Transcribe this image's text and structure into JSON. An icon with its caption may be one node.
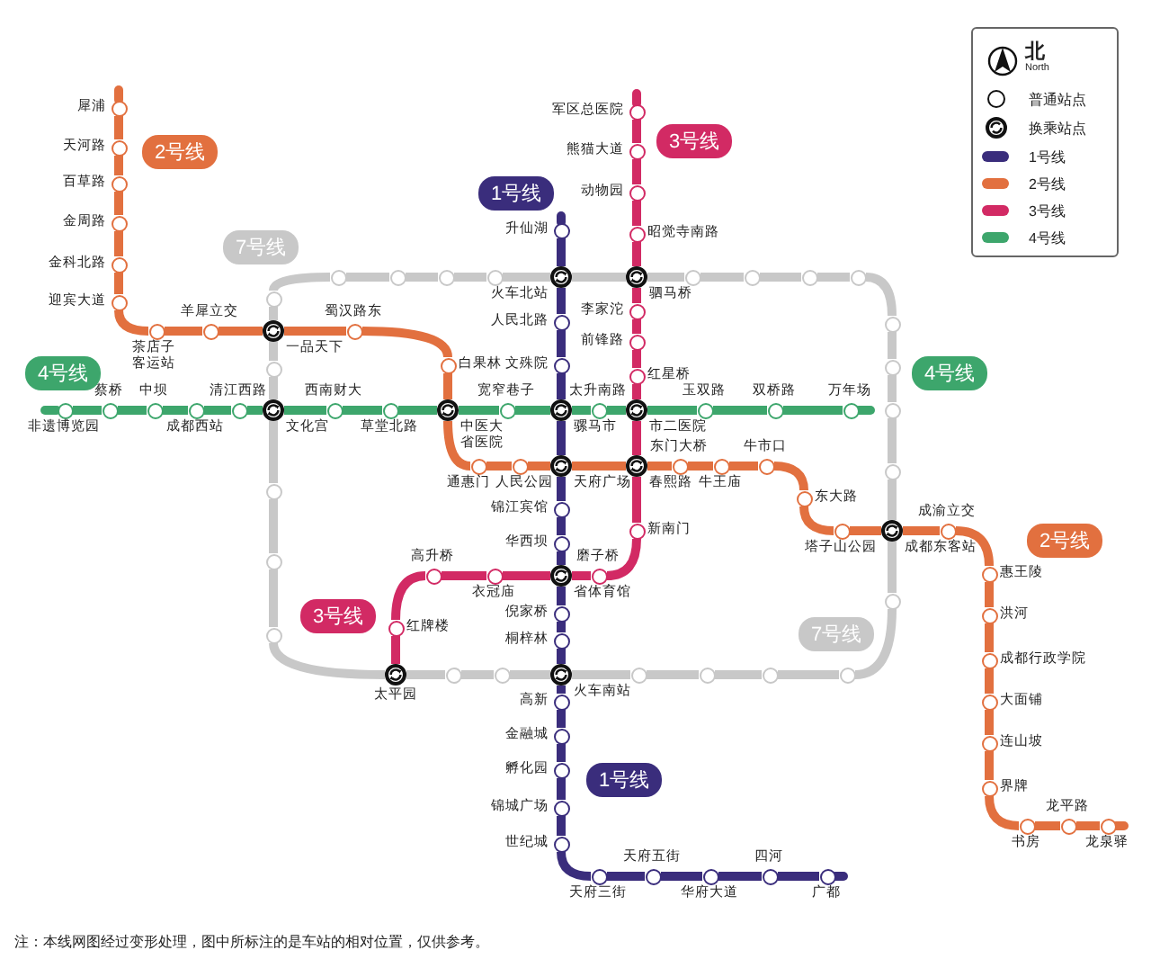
{
  "diagram": {
    "caption": "注：本线网图经过变形处理，图中所标注的是车站的相对位置，仅供参考。",
    "nodes": [
      {
        "text": [
          "犀浦"
        ]
      },
      {
        "text": [
          "天河路"
        ]
      },
      {
        "text": [
          "百草路"
        ]
      },
      {
        "text": [
          "金周路"
        ]
      },
      {
        "text": [
          "金科北路"
        ]
      },
      {
        "text": [
          "迎宾大道"
        ]
      },
      {
        "text": [
          "茶店子客运站"
        ]
      },
      {
        "text": [
          "羊犀立交"
        ]
      },
      {
        "text": [
          "一品天下"
        ]
      },
      {
        "text": [
          "蜀汉路东"
        ]
      },
      {
        "text": [
          "白果林"
        ]
      },
      {
        "text": [
          "中医大省医院"
        ]
      },
      {
        "text": [
          "通惠门"
        ]
      },
      {
        "text": [
          "人民公园"
        ]
      },
      {
        "text": [
          "天府广场"
        ]
      },
      {
        "text": [
          "春熙路"
        ]
      },
      {
        "text": [
          "东门大桥"
        ]
      },
      {
        "text": [
          "牛王庙"
        ]
      },
      {
        "text": [
          "牛市口"
        ]
      },
      {
        "text": [
          "东大路"
        ]
      },
      {
        "text": [
          "塔子山公园"
        ]
      },
      {
        "text": [
          "成都东客站"
        ]
      },
      {
        "text": [
          "成渝立交"
        ]
      },
      {
        "text": [
          "惠王陵"
        ]
      },
      {
        "text": [
          "洪河"
        ]
      },
      {
        "text": [
          "成都行政学院"
        ]
      },
      {
        "text": [
          "大面铺"
        ]
      },
      {
        "text": [
          "连山坡"
        ]
      },
      {
        "text": [
          "界牌"
        ]
      },
      {
        "text": [
          "书房"
        ]
      },
      {
        "text": [
          "龙平路"
        ]
      },
      {
        "text": [
          "龙泉驿"
        ]
      },
      {
        "text": [
          "升仙湖"
        ]
      },
      {
        "text": [
          "火车北站"
        ]
      },
      {
        "text": [
          "人民北路"
        ]
      },
      {
        "text": [
          "文殊院"
        ]
      },
      {
        "text": [
          "骡马市"
        ]
      },
      {
        "text": [
          "锦江宾馆"
        ]
      },
      {
        "text": [
          "华西坝"
        ]
      },
      {
        "text": [
          "省体育馆"
        ]
      },
      {
        "text": [
          "倪家桥"
        ]
      },
      {
        "text": [
          "桐梓林"
        ]
      },
      {
        "text": [
          "火车南站"
        ]
      },
      {
        "text": [
          "高新"
        ]
      },
      {
        "text": [
          "金融城"
        ]
      },
      {
        "text": [
          "孵化园"
        ]
      },
      {
        "text": [
          "锦城广场"
        ]
      },
      {
        "text": [
          "世纪城"
        ]
      },
      {
        "text": [
          "天府三街"
        ]
      },
      {
        "text": [
          "天府五街"
        ]
      },
      {
        "text": [
          "华府大道"
        ]
      },
      {
        "text": [
          "四河"
        ]
      },
      {
        "text": [
          "广都"
        ]
      },
      {
        "text": [
          "军区总医院"
        ]
      },
      {
        "text": [
          "熊猫大道"
        ]
      },
      {
        "text": [
          "动物园"
        ]
      },
      {
        "text": [
          "昭觉寺南路"
        ]
      },
      {
        "text": [
          "驷马桥"
        ]
      },
      {
        "text": [
          "李家沱"
        ]
      },
      {
        "text": [
          "前锋路"
        ]
      },
      {
        "text": [
          "红星桥"
        ]
      },
      {
        "text": [
          "市二医院"
        ]
      },
      {
        "text": [
          "新南门"
        ]
      },
      {
        "text": [
          "磨子桥"
        ]
      },
      {
        "text": [
          "衣冠庙"
        ]
      },
      {
        "text": [
          "高升桥"
        ]
      },
      {
        "text": [
          "红牌楼"
        ]
      },
      {
        "text": [
          "太平园"
        ]
      },
      {
        "text": [
          "非遗博览园"
        ]
      },
      {
        "text": [
          "蔡桥"
        ]
      },
      {
        "text": [
          "中坝"
        ]
      },
      {
        "text": [
          "成都西站"
        ]
      },
      {
        "text": [
          "清江西路"
        ]
      },
      {
        "text": [
          "文化宫"
        ]
      },
      {
        "text": [
          "西南财大"
        ]
      },
      {
        "text": [
          "草堂北路"
        ]
      },
      {
        "text": [
          "宽窄巷子"
        ]
      },
      {
        "text": [
          "太升南路"
        ]
      },
      {
        "text": [
          "玉双路"
        ]
      },
      {
        "text": [
          "双桥路"
        ]
      },
      {
        "text": [
          "万年场"
        ]
      },
      {
        "text": [],
        "shape": "circle"
      },
      {
        "text": [],
        "shape": "circle"
      },
      {
        "text": [],
        "shape": "circle"
      },
      {
        "text": [],
        "shape": "circle"
      },
      {
        "text": [],
        "shape": "circle"
      },
      {
        "text": [],
        "shape": "circle"
      },
      {
        "text": [],
        "shape": "circle"
      },
      {
        "text": [],
        "shape": "circle"
      },
      {
        "text": [],
        "shape": "circle"
      },
      {
        "text": [],
        "shape": "circle"
      },
      {
        "text": [],
        "shape": "circle"
      },
      {
        "text": [],
        "shape": "circle"
      },
      {
        "text": [],
        "shape": "circle"
      },
      {
        "text": [],
        "shape": "circle"
      },
      {
        "text": [],
        "shape": "circle"
      },
      {
        "text": [],
        "shape": "circle"
      },
      {
        "text": [],
        "shape": "circle"
      },
      {
        "text": [],
        "shape": "circle"
      },
      {
        "text": [],
        "shape": "circle"
      },
      {
        "text": [],
        "shape": "circle"
      },
      {
        "text": [],
        "shape": "circle"
      },
      {
        "text": [],
        "shape": "circle"
      },
      {
        "text": [],
        "shape": "circle"
      },
      {
        "text": [],
        "shape": "circle"
      }
    ],
    "edges": [
      {
        "from": 0,
        "to": 1,
        "arrow": "none",
        "color": "#e2703f"
      },
      {
        "from": 1,
        "to": 2,
        "arrow": "none",
        "color": "#e2703f"
      },
      {
        "from": 2,
        "to": 3,
        "arrow": "none",
        "color": "#e2703f"
      },
      {
        "from": 3,
        "to": 4,
        "arrow": "none",
        "color": "#e2703f"
      },
      {
        "from": 4,
        "to": 5,
        "arrow": "none",
        "color": "#e2703f"
      },
      {
        "from": 5,
        "to": 6,
        "arrow": "none",
        "color": "#e2703f"
      },
      {
        "from": 6,
        "to": 7,
        "arrow": "none",
        "color": "#e2703f"
      },
      {
        "from": 7,
        "to": 8,
        "arrow": "none",
        "color": "#e2703f"
      },
      {
        "from": 8,
        "to": 9,
        "arrow": "none",
        "color": "#e2703f"
      },
      {
        "from": 9,
        "to": 10,
        "arrow": "none",
        "color": "#e2703f"
      },
      {
        "from": 10,
        "to": 11,
        "arrow": "none",
        "color": "#e2703f"
      },
      {
        "from": 11,
        "to": 12,
        "arrow": "none",
        "color": "#e2703f"
      },
      {
        "from": 12,
        "to": 13,
        "arrow": "none",
        "color": "#e2703f"
      },
      {
        "from": 13,
        "to": 14,
        "arrow": "none",
        "color": "#e2703f"
      },
      {
        "from": 14,
        "to": 15,
        "arrow": "none",
        "color": "#e2703f"
      },
      {
        "from": 15,
        "to": 16,
        "arrow": "none",
        "color": "#e2703f"
      },
      {
        "from": 16,
        "to": 17,
        "arrow": "none",
        "color": "#e2703f"
      },
      {
        "from": 17,
        "to": 18,
        "arrow": "none",
        "color": "#e2703f"
      },
      {
        "from": 18,
        "to": 19,
        "arrow": "none",
        "color": "#e2703f"
      },
      {
        "from": 19,
        "to": 20,
        "arrow": "none",
        "color": "#e2703f"
      },
      {
        "from": 20,
        "to": 21,
        "arrow": "none",
        "color": "#e2703f"
      },
      {
        "from": 21,
        "to": 22,
        "arrow": "none",
        "color": "#e2703f"
      },
      {
        "from": 22,
        "to": 23,
        "arrow": "none",
        "color": "#e2703f"
      },
      {
        "from": 23,
        "to": 24,
        "arrow": "none",
        "color": "#e2703f"
      },
      {
        "from": 24,
        "to": 25,
        "arrow": "none",
        "color": "#e2703f"
      },
      {
        "from": 25,
        "to": 26,
        "arrow": "none",
        "color": "#e2703f"
      },
      {
        "from": 26,
        "to": 27,
        "arrow": "none",
        "color": "#e2703f"
      },
      {
        "from": 27,
        "to": 28,
        "arrow": "none",
        "color": "#e2703f"
      },
      {
        "from": 28,
        "to": 29,
        "arrow": "none",
        "color": "#e2703f"
      },
      {
        "from": 29,
        "to": 30,
        "arrow": "none",
        "color": "#e2703f"
      },
      {
        "from": 30,
        "to": 31,
        "arrow": "none",
        "color": "#e2703f"
      },
      {
        "from": 32,
        "to": 33,
        "arrow": "none",
        "color": "#3a2d7c"
      },
      {
        "from": 33,
        "to": 34,
        "arrow": "none",
        "color": "#3a2d7c"
      },
      {
        "from": 34,
        "to": 35,
        "arrow": "none",
        "color": "#3a2d7c"
      },
      {
        "from": 35,
        "to": 36,
        "arrow": "none",
        "color": "#3a2d7c"
      },
      {
        "from": 36,
        "to": 14,
        "arrow": "none",
        "color": "#3a2d7c"
      },
      {
        "from": 14,
        "to": 37,
        "arrow": "none",
        "color": "#3a2d7c"
      },
      {
        "from": 37,
        "to": 38,
        "arrow": "none",
        "color": "#3a2d7c"
      },
      {
        "from": 38,
        "to": 39,
        "arrow": "none",
        "color": "#3a2d7c"
      },
      {
        "from": 39,
        "to": 40,
        "arrow": "none",
        "color": "#3a2d7c"
      },
      {
        "from": 40,
        "to": 41,
        "arrow": "none",
        "color": "#3a2d7c"
      },
      {
        "from": 41,
        "to": 42,
        "arrow": "none",
        "color": "#3a2d7c"
      },
      {
        "from": 42,
        "to": 43,
        "arrow": "none",
        "color": "#3a2d7c"
      },
      {
        "from": 43,
        "to": 44,
        "arrow": "none",
        "color": "#3a2d7c"
      },
      {
        "from": 44,
        "to": 45,
        "arrow": "none",
        "color": "#3a2d7c"
      },
      {
        "from": 45,
        "to": 46,
        "arrow": "none",
        "color": "#3a2d7c"
      },
      {
        "from": 46,
        "to": 47,
        "arrow": "none",
        "color": "#3a2d7c"
      },
      {
        "from": 47,
        "to": 48,
        "arrow": "none",
        "color": "#3a2d7c"
      },
      {
        "from": 48,
        "to": 49,
        "arrow": "none",
        "color": "#3a2d7c"
      },
      {
        "from": 49,
        "to": 50,
        "arrow": "none",
        "color": "#3a2d7c"
      },
      {
        "from": 50,
        "to": 51,
        "arrow": "none",
        "color": "#3a2d7c"
      },
      {
        "from": 51,
        "to": 52,
        "arrow": "none",
        "color": "#3a2d7c"
      },
      {
        "from": 53,
        "to": 54,
        "arrow": "none",
        "color": "#d22a64"
      },
      {
        "from": 54,
        "to": 55,
        "arrow": "none",
        "color": "#d22a64"
      },
      {
        "from": 55,
        "to": 56,
        "arrow": "none",
        "color": "#d22a64"
      },
      {
        "from": 56,
        "to": 57,
        "arrow": "none",
        "color": "#d22a64"
      },
      {
        "from": 57,
        "to": 58,
        "arrow": "none",
        "color": "#d22a64"
      },
      {
        "from": 58,
        "to": 59,
        "arrow": "none",
        "color": "#d22a64"
      },
      {
        "from": 59,
        "to": 60,
        "arrow": "none",
        "color": "#d22a64"
      },
      {
        "from": 60,
        "to": 61,
        "arrow": "none",
        "color": "#d22a64"
      },
      {
        "from": 61,
        "to": 15,
        "arrow": "none",
        "color": "#d22a64"
      },
      {
        "from": 15,
        "to": 62,
        "arrow": "none",
        "color": "#d22a64"
      },
      {
        "from": 62,
        "to": 63,
        "arrow": "none",
        "color": "#d22a64"
      },
      {
        "from": 63,
        "to": 39,
        "arrow": "none",
        "color": "#d22a64"
      },
      {
        "from": 39,
        "to": 64,
        "arrow": "none",
        "color": "#d22a64"
      },
      {
        "from": 64,
        "to": 65,
        "arrow": "none",
        "color": "#d22a64"
      },
      {
        "from": 65,
        "to": 66,
        "arrow": "none",
        "color": "#d22a64"
      },
      {
        "from": 66,
        "to": 67,
        "arrow": "none",
        "color": "#d22a64"
      },
      {
        "from": 68,
        "to": 69,
        "arrow": "none",
        "color": "#3da66c"
      },
      {
        "from": 69,
        "to": 70,
        "arrow": "none",
        "color": "#3da66c"
      },
      {
        "from": 70,
        "to": 71,
        "arrow": "none",
        "color": "#3da66c"
      },
      {
        "from": 71,
        "to": 72,
        "arrow": "none",
        "color": "#3da66c"
      },
      {
        "from": 72,
        "to": 73,
        "arrow": "none",
        "color": "#3da66c"
      },
      {
        "from": 73,
        "to": 74,
        "arrow": "none",
        "color": "#3da66c"
      },
      {
        "from": 74,
        "to": 75,
        "arrow": "none",
        "color": "#3da66c"
      },
      {
        "from": 75,
        "to": 11,
        "arrow": "none",
        "color": "#3da66c"
      },
      {
        "from": 11,
        "to": 76,
        "arrow": "none",
        "color": "#3da66c"
      },
      {
        "from": 76,
        "to": 36,
        "arrow": "none",
        "color": "#3da66c"
      },
      {
        "from": 36,
        "to": 77,
        "arrow": "none",
        "color": "#3da66c"
      },
      {
        "from": 77,
        "to": 61,
        "arrow": "none",
        "color": "#3da66c"
      },
      {
        "from": 61,
        "to": 78,
        "arrow": "none",
        "color": "#3da66c"
      },
      {
        "from": 78,
        "to": 79,
        "arrow": "none",
        "color": "#3da66c"
      },
      {
        "from": 79,
        "to": 80,
        "arrow": "none",
        "color": "#3da66c"
      },
      {
        "from": 8,
        "to": 81,
        "arrow": "none",
        "color": "#c8c8c8"
      },
      {
        "from": 81,
        "to": 82,
        "arrow": "none",
        "color": "#c8c8c8"
      },
      {
        "from": 82,
        "to": 83,
        "arrow": "none",
        "color": "#c8c8c8"
      },
      {
        "from": 83,
        "to": 84,
        "arrow": "none",
        "color": "#c8c8c8"
      },
      {
        "from": 84,
        "to": 85,
        "arrow": "none",
        "color": "#c8c8c8"
      },
      {
        "from": 85,
        "to": 33,
        "arrow": "none",
        "color": "#c8c8c8"
      },
      {
        "from": 33,
        "to": 57,
        "arrow": "none",
        "color": "#c8c8c8"
      },
      {
        "from": 57,
        "to": 86,
        "arrow": "none",
        "color": "#c8c8c8"
      },
      {
        "from": 86,
        "to": 87,
        "arrow": "none",
        "color": "#c8c8c8"
      },
      {
        "from": 87,
        "to": 88,
        "arrow": "none",
        "color": "#c8c8c8"
      },
      {
        "from": 88,
        "to": 89,
        "arrow": "none",
        "color": "#c8c8c8"
      },
      {
        "from": 89,
        "to": 90,
        "arrow": "none",
        "color": "#c8c8c8"
      },
      {
        "from": 90,
        "to": 91,
        "arrow": "none",
        "color": "#c8c8c8"
      },
      {
        "from": 91,
        "to": 92,
        "arrow": "none",
        "color": "#c8c8c8"
      },
      {
        "from": 92,
        "to": 93,
        "arrow": "none",
        "color": "#c8c8c8"
      },
      {
        "from": 93,
        "to": 21,
        "arrow": "none",
        "color": "#c8c8c8"
      },
      {
        "from": 21,
        "to": 94,
        "arrow": "none",
        "color": "#c8c8c8"
      },
      {
        "from": 94,
        "to": 95,
        "arrow": "none",
        "color": "#c8c8c8"
      },
      {
        "from": 95,
        "to": 96,
        "arrow": "none",
        "color": "#c8c8c8"
      },
      {
        "from": 96,
        "to": 97,
        "arrow": "none",
        "color": "#c8c8c8"
      },
      {
        "from": 97,
        "to": 98,
        "arrow": "none",
        "color": "#c8c8c8"
      },
      {
        "from": 98,
        "to": 42,
        "arrow": "none",
        "color": "#c8c8c8"
      },
      {
        "from": 42,
        "to": 99,
        "arrow": "none",
        "color": "#c8c8c8"
      },
      {
        "from": 99,
        "to": 100,
        "arrow": "none",
        "color": "#c8c8c8"
      },
      {
        "from": 100,
        "to": 67,
        "arrow": "none",
        "color": "#c8c8c8"
      },
      {
        "from": 67,
        "to": 101,
        "arrow": "none",
        "color": "#c8c8c8"
      },
      {
        "from": 101,
        "to": 102,
        "arrow": "none",
        "color": "#c8c8c8"
      },
      {
        "from": 102,
        "to": 103,
        "arrow": "none",
        "color": "#c8c8c8"
      },
      {
        "from": 103,
        "to": 73,
        "arrow": "none",
        "color": "#c8c8c8"
      },
      {
        "from": 73,
        "to": 104,
        "arrow": "none",
        "color": "#c8c8c8"
      },
      {
        "from": 104,
        "to": 8,
        "arrow": "none",
        "color": "#c8c8c8"
      }
    ],
    "labels": [
      "北",
      "North",
      "3号线",
      "2号线",
      "1号线",
      "7号线",
      "4号线",
      "4号线",
      "2号线",
      "3号线",
      "7号线",
      "1号线"
    ],
    "legend": [
      {
        "text": "普通站点"
      },
      {
        "text": "换乘站点"
      },
      {
        "text": "1号线",
        "color": "#3a2d7c"
      },
      {
        "text": "2号线",
        "color": "#e2703f"
      },
      {
        "text": "3号线",
        "color": "#d22a64"
      },
      {
        "text": "4号线",
        "color": "#3da66c"
      }
    ]
  }
}
